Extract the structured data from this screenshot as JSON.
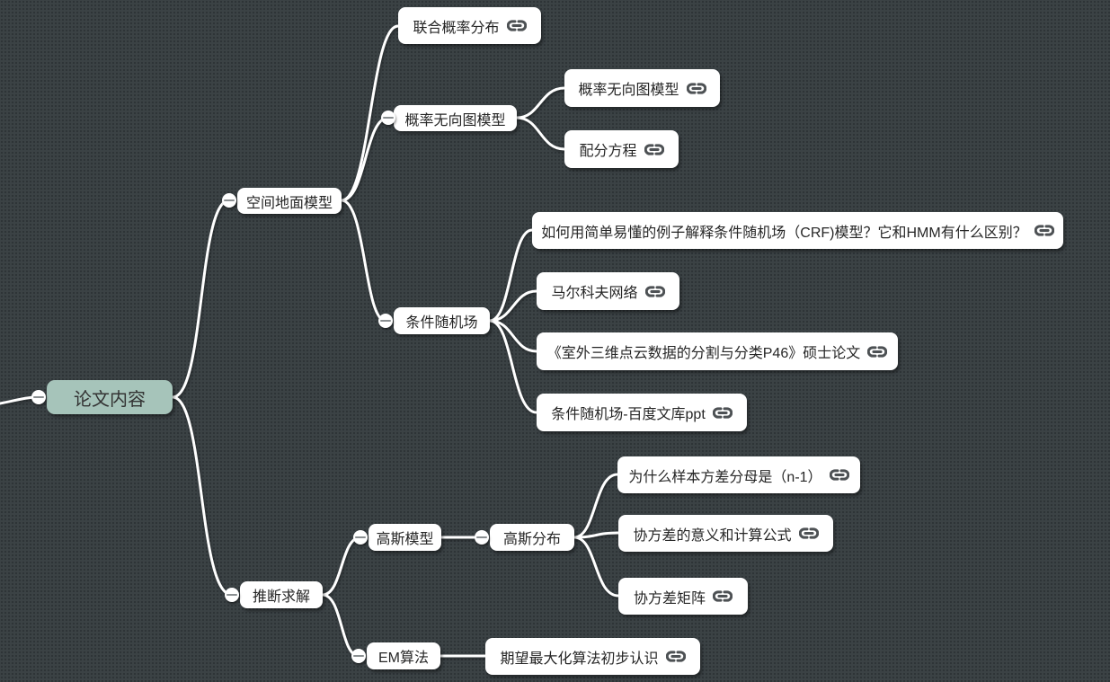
{
  "canvas": {
    "background_color": "#3b4245",
    "dot_color": "#2e3437",
    "connector_color": "#ffffff",
    "node_background": "#ffffff",
    "node_text_color": "#262626",
    "root_background": "#a6c4ba",
    "link_icon_color": "#4d5154"
  },
  "icons": {
    "link": "chain-link",
    "collapse": "minus"
  },
  "nodes": [
    {
      "label": "论文内容",
      "type": "root",
      "parent": null,
      "has_link": false,
      "has_collapse_button": true
    },
    {
      "label": "空间地面模型",
      "type": "branch",
      "parent": 0,
      "has_link": false,
      "has_collapse_button": true
    },
    {
      "label": "联合概率分布",
      "type": "leaf",
      "parent": 1,
      "has_link": true,
      "has_collapse_button": false
    },
    {
      "label": "概率无向图模型",
      "type": "branch",
      "parent": 1,
      "has_link": false,
      "has_collapse_button": true
    },
    {
      "label": "概率无向图模型",
      "type": "leaf",
      "parent": 3,
      "has_link": true,
      "has_collapse_button": false
    },
    {
      "label": "配分方程",
      "type": "leaf",
      "parent": 3,
      "has_link": true,
      "has_collapse_button": false
    },
    {
      "label": "条件随机场",
      "type": "branch",
      "parent": 1,
      "has_link": false,
      "has_collapse_button": true
    },
    {
      "label": "如何用简单易懂的例子解释条件随机场（CRF)模型？它和HMM有什么区别？",
      "type": "leaf",
      "parent": 6,
      "has_link": true,
      "has_collapse_button": false
    },
    {
      "label": "马尔科夫网络",
      "type": "leaf",
      "parent": 6,
      "has_link": true,
      "has_collapse_button": false
    },
    {
      "label": "《室外三维点云数据的分割与分类P46》硕士论文",
      "type": "leaf",
      "parent": 6,
      "has_link": true,
      "has_collapse_button": false
    },
    {
      "label": "条件随机场-百度文库ppt",
      "type": "leaf",
      "parent": 6,
      "has_link": true,
      "has_collapse_button": false
    },
    {
      "label": "推断求解",
      "type": "branch",
      "parent": 0,
      "has_link": false,
      "has_collapse_button": true
    },
    {
      "label": "高斯模型",
      "type": "branch",
      "parent": 11,
      "has_link": false,
      "has_collapse_button": true
    },
    {
      "label": "高斯分布",
      "type": "branch",
      "parent": 12,
      "has_link": false,
      "has_collapse_button": true
    },
    {
      "label": "为什么样本方差分母是（n-1）",
      "type": "leaf",
      "parent": 13,
      "has_link": true,
      "has_collapse_button": false
    },
    {
      "label": "协方差的意义和计算公式",
      "type": "leaf",
      "parent": 13,
      "has_link": true,
      "has_collapse_button": false
    },
    {
      "label": "协方差矩阵",
      "type": "leaf",
      "parent": 13,
      "has_link": true,
      "has_collapse_button": false
    },
    {
      "label": "EM算法",
      "type": "branch",
      "parent": 11,
      "has_link": false,
      "has_collapse_button": true
    },
    {
      "label": "期望最大化算法初步认识",
      "type": "leaf",
      "parent": 17,
      "has_link": true,
      "has_collapse_button": false
    }
  ]
}
